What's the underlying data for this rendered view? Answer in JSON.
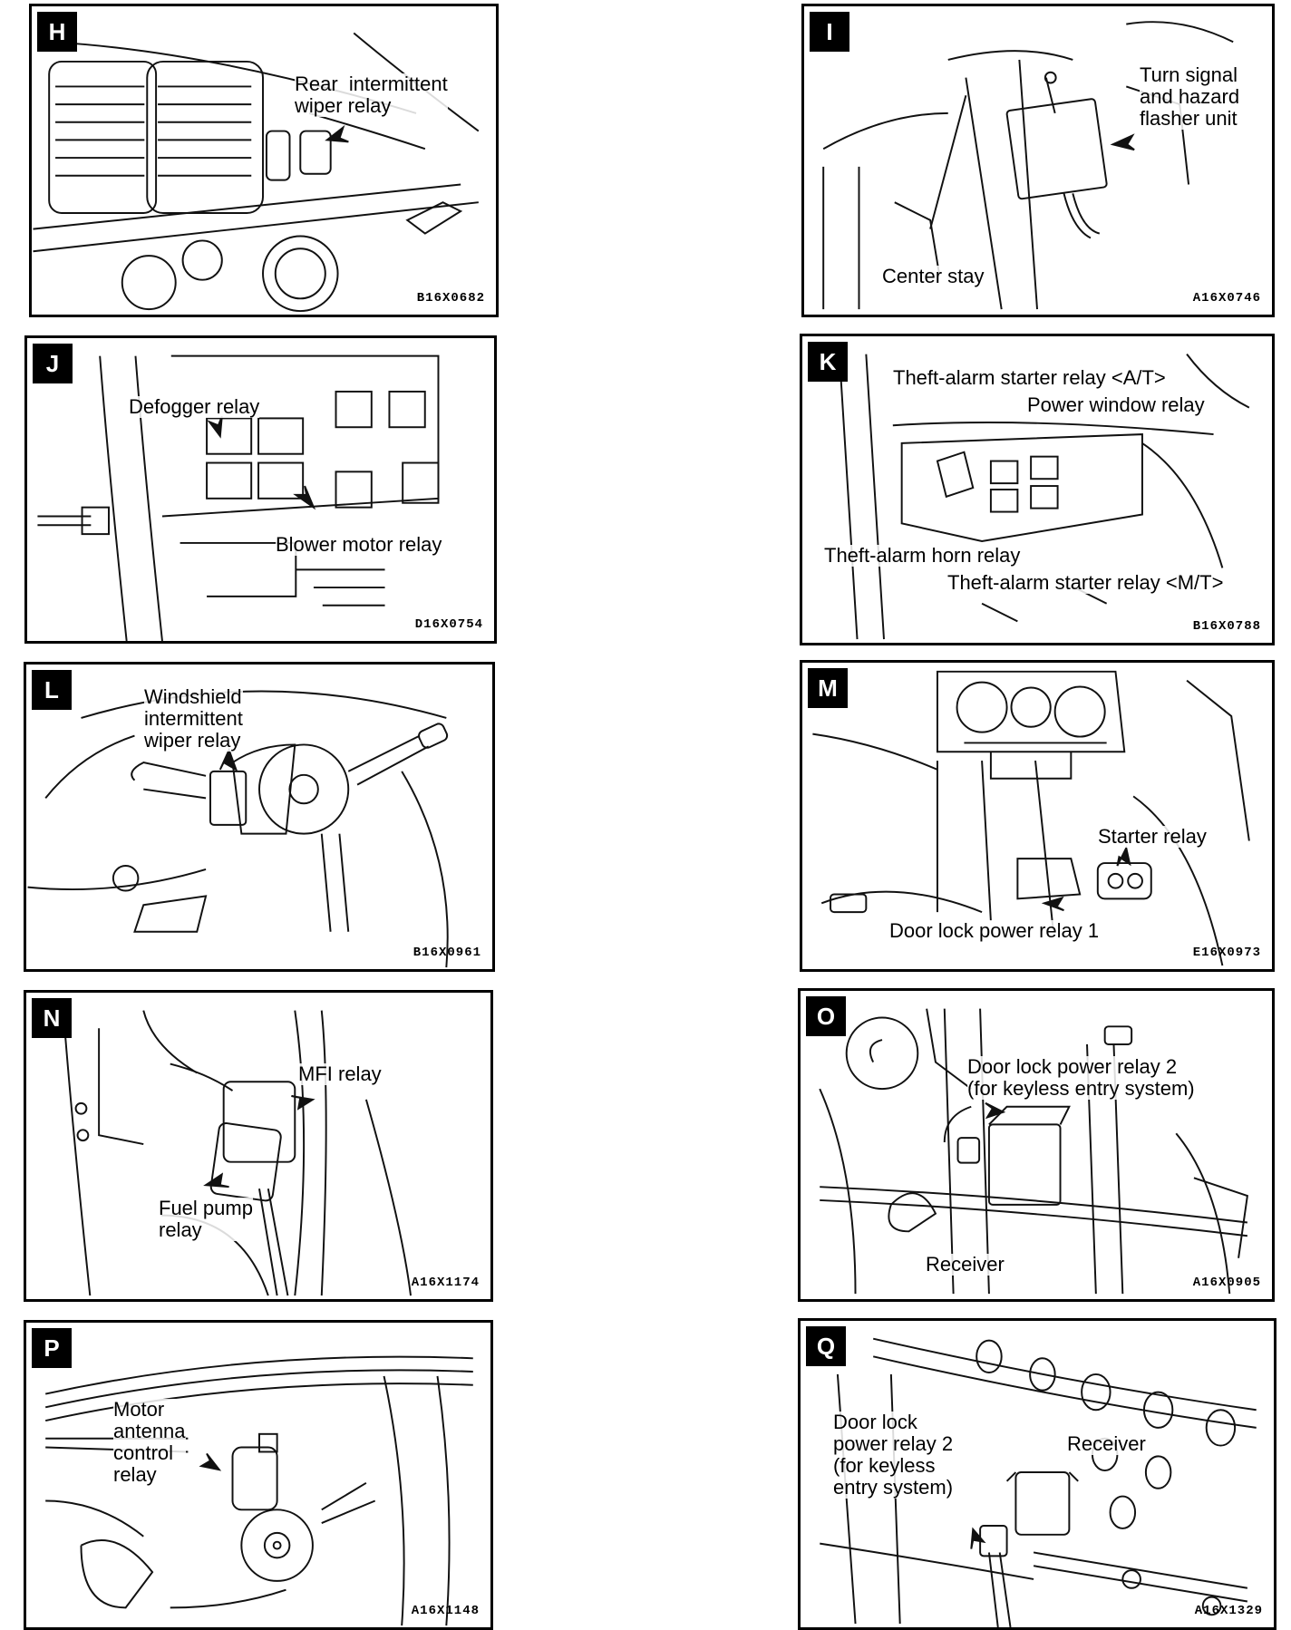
{
  "panels": [
    {
      "id": "H",
      "labels": [
        "Rear  intermittent\nwiper relay"
      ],
      "code": "B16X0682"
    },
    {
      "id": "I",
      "labels": [
        "Turn signal\nand hazard\nflasher unit",
        "Center stay"
      ],
      "code": "A16X0746"
    },
    {
      "id": "J",
      "labels": [
        "Defogger relay",
        "Blower motor relay"
      ],
      "code": "D16X0754"
    },
    {
      "id": "K",
      "labels": [
        "Theft-alarm starter relay <A/T>",
        "Power window relay",
        "Theft-alarm horn relay",
        "Theft-alarm starter relay <M/T>"
      ],
      "code": "B16X0788"
    },
    {
      "id": "L",
      "labels": [
        "Windshield\nintermittent\nwiper relay"
      ],
      "code": "B16X0961"
    },
    {
      "id": "M",
      "labels": [
        "Starter relay",
        "Door lock power relay 1"
      ],
      "code": "E16X0973"
    },
    {
      "id": "N",
      "labels": [
        "MFI relay",
        "Fuel pump\nrelay"
      ],
      "code": "A16X1174"
    },
    {
      "id": "O",
      "labels": [
        "Door lock power relay 2\n(for keyless entry system)",
        "Receiver"
      ],
      "code": "A16X0905"
    },
    {
      "id": "P",
      "labels": [
        "Motor\nantenna\ncontrol\nrelay"
      ],
      "code": "A16X1148"
    },
    {
      "id": "Q",
      "labels": [
        "Door lock\npower relay 2\n(for keyless\nentry system)",
        "Receiver"
      ],
      "code": "A16X1329"
    }
  ]
}
